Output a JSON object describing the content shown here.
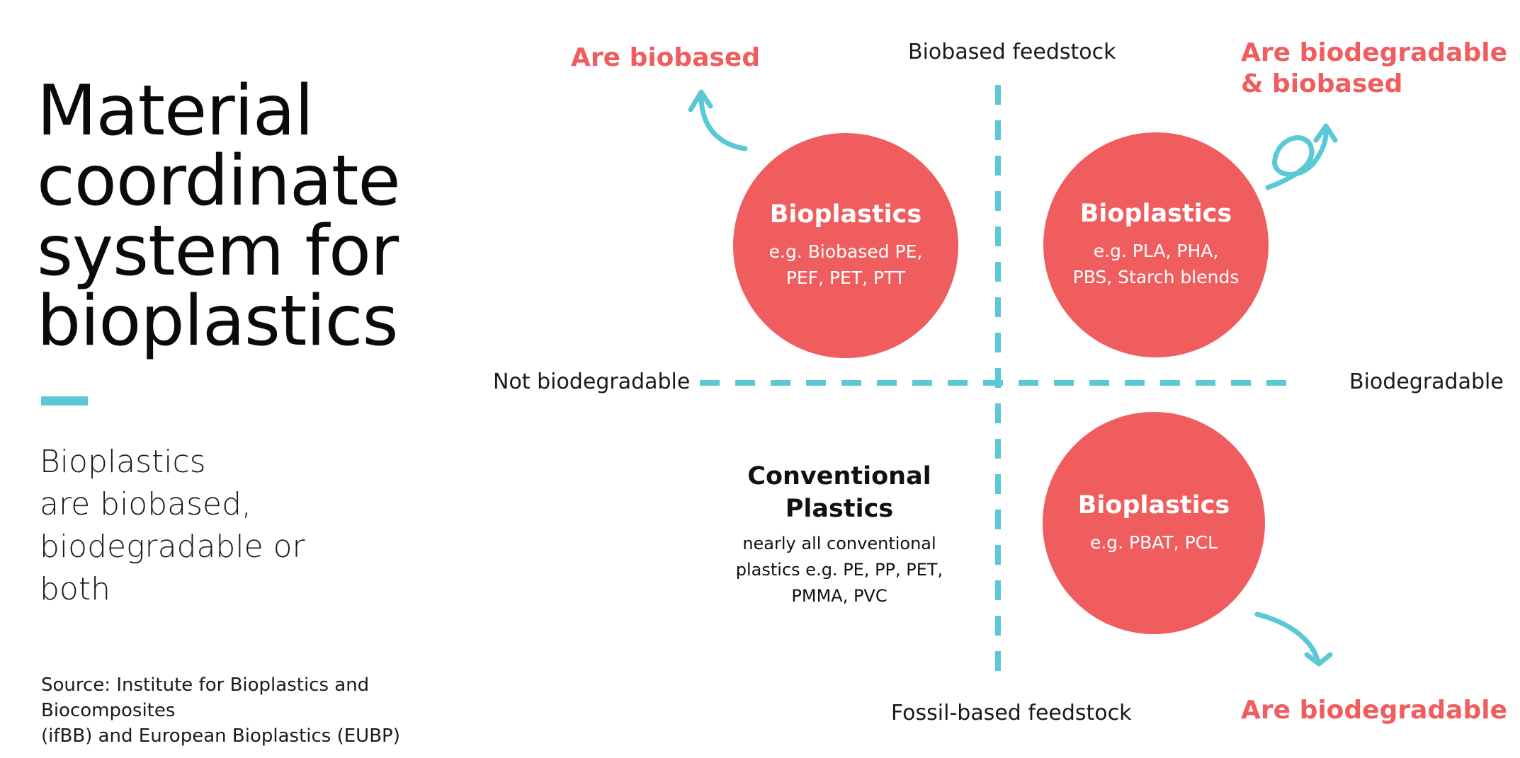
{
  "colors": {
    "accent": "#5bc8d6",
    "coral": "#f05d5e",
    "text": "#111111"
  },
  "title_lines": [
    "Material",
    "coordinate",
    "system for",
    "bioplastics"
  ],
  "subtitle_lines": [
    "Bioplastics",
    "are biobased,",
    "biodegradable or",
    "both"
  ],
  "source_lines": [
    "Source: Institute for Bioplastics and Biocomposites",
    "(ifBB) and European Bioplastics (EUBP)"
  ],
  "axes": {
    "top": "Biobased feedstock",
    "bottom": "Fossil-based feedstock",
    "left": "Not biodegradable",
    "right": "Biodegradable"
  },
  "quadrant_labels": {
    "top_left": "Are biobased",
    "top_right_line1": "Are biodegradable",
    "top_right_line2": "& biobased",
    "bottom_right": "Are biodegradable"
  },
  "circles": {
    "top_left": {
      "title": "Bioplastics",
      "lines": [
        "e.g. Biobased PE,",
        "PEF, PET, PTT"
      ]
    },
    "top_right": {
      "title": "Bioplastics",
      "lines": [
        "e.g. PLA, PHA,",
        "PBS, Starch blends"
      ]
    },
    "bottom_right": {
      "title": "Bioplastics",
      "lines": [
        "e.g. PBAT, PCL"
      ]
    }
  },
  "conventional": {
    "title_lines": [
      "Conventional",
      "Plastics"
    ],
    "text_lines": [
      "nearly all conventional",
      "plastics e.g. PE, PP, PET,",
      "PMMA, PVC"
    ]
  }
}
